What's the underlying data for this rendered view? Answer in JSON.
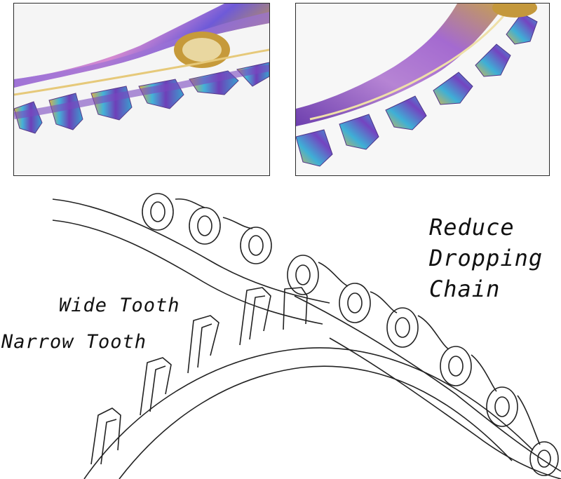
{
  "labels": {
    "wide_tooth": "Wide Tooth",
    "narrow_tooth": "Narrow Tooth",
    "reduce_lines": [
      "Reduce",
      "Dropping",
      "Chain"
    ]
  },
  "colors": {
    "frame": "#2b2b2b",
    "line_art": "#222222",
    "chainring_purple": "#8a55c8",
    "chainring_gold": "#c9a24a",
    "chainring_blue": "#3fa8d8"
  }
}
